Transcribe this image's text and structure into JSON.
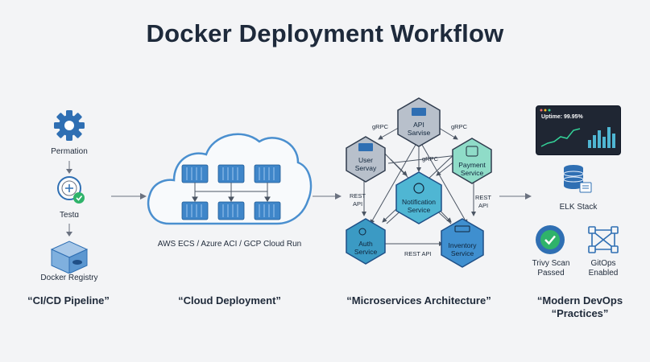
{
  "title": "Docker Deployment Workflow",
  "pipeline": {
    "steps": [
      "Permation",
      "Testɑ",
      "Docker Registry"
    ],
    "caption": "“CI/CD Pipeline”"
  },
  "cloud": {
    "providers": "AWS ECS / Azure ACI / GCP Cloud Run",
    "caption": "“Cloud Deployment”"
  },
  "microservices": {
    "services": {
      "api": [
        "API",
        "Sarvise"
      ],
      "user": [
        "User",
        "Servay"
      ],
      "payment": [
        "Payment",
        "Service"
      ],
      "notification": [
        "Notification",
        "Service"
      ],
      "auth": [
        "Auth",
        "Service"
      ],
      "inventory": [
        "Inventory",
        "Service"
      ]
    },
    "edge_labels": {
      "grpc_left": "gRPC",
      "grpc_right": "gRPC",
      "grpc_center": "gRPC",
      "rest_left": [
        "REST",
        "API"
      ],
      "rest_right": [
        "REST",
        "API"
      ],
      "rest_bottom": "REST API"
    },
    "caption": "“Microservices Architecture”"
  },
  "devops": {
    "uptime": "Uptime: 99.95%",
    "elk": "ELK Stack",
    "trivy": [
      "Trivy Scan",
      "Passed"
    ],
    "gitops": [
      "GitOps",
      "Enabled"
    ],
    "caption_line1": "“Modern DevOps",
    "caption_line2": "“Practices”"
  },
  "colors": {
    "accent_blue": "#2f6fb3",
    "cloud_stroke": "#4a8fcf",
    "hex_gray": "#b8c0cb",
    "hex_green": "#8fdcc8",
    "hex_teal": "#4fb6d3",
    "hex_blue": "#3f8fcf",
    "dashboard_bg": "#1f2633",
    "check_green": "#2fb36a"
  }
}
